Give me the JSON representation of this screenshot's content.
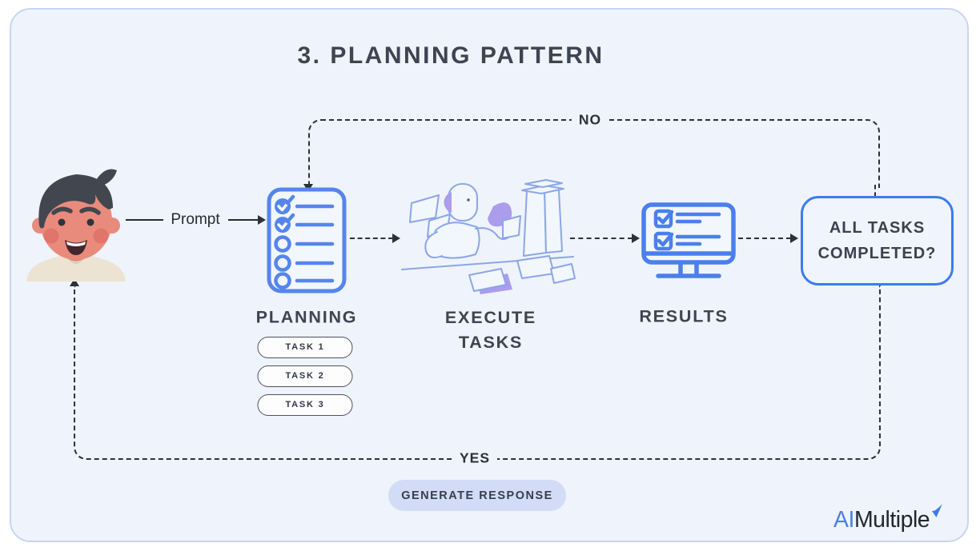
{
  "title": "3. PLANNING PATTERN",
  "flow": {
    "prompt_label": "Prompt",
    "no_label": "NO",
    "yes_label": "YES"
  },
  "nodes": {
    "planning": {
      "label": "PLANNING",
      "tasks": [
        "TASK 1",
        "TASK 2",
        "TASK 3"
      ]
    },
    "execute": {
      "line1": "EXECUTE",
      "line2": "TASKS"
    },
    "results": {
      "label": "RESULTS"
    },
    "decision": {
      "line1": "ALL TASKS",
      "line2": "COMPLETED?"
    }
  },
  "footer": {
    "generate_button": "GENERATE RESPONSE"
  },
  "logo": {
    "prefix": "AI",
    "name": "Multiple"
  },
  "icons": [
    "user-illustration",
    "checklist-icon",
    "robot-working-illustration",
    "monitor-results-icon",
    "logo-check-icon"
  ],
  "colors": {
    "panel_bg": "#eff3fb",
    "panel_border": "#c7d6f0",
    "accent_blue": "#5585ec",
    "deep_blue": "#3b7bf0",
    "dark_text": "#3d4452",
    "connector_dark": "#2b303c",
    "purple_accent": "#ab9cec",
    "generate_pill_bg": "#d3dcf6",
    "logo_blue": "#4b80e9"
  }
}
